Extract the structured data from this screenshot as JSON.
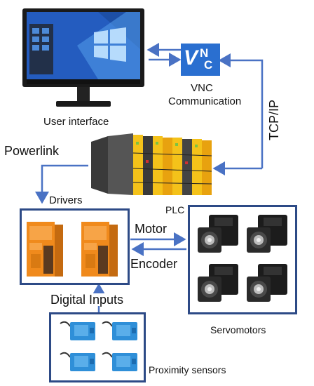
{
  "labels": {
    "user_interface": "User interface",
    "vnc_line1": "VNC",
    "vnc_line2": "Communication",
    "tcpip": "TCP/IP",
    "powerlink": "Powerlink",
    "drivers": "Drivers",
    "plc": "PLC",
    "motor": "Motor",
    "encoder": "Encoder",
    "digital_inputs": "Digital Inputs",
    "servomotors": "Servomotors",
    "proximity_sensors": "Proximity sensors"
  },
  "vnc_logo": {
    "letter_v": "V",
    "letter_n": "N",
    "letter_c": "C"
  },
  "colors": {
    "arrow": "#4a72c4",
    "box_border": "#2d4a86",
    "vnc_blue": "#2a6fd0",
    "driver_orange": "#f08a1c",
    "plc_yellow": "#f4c21a",
    "sensor_blue": "#2f8fd8",
    "motor_dark": "#1c1c1c"
  }
}
